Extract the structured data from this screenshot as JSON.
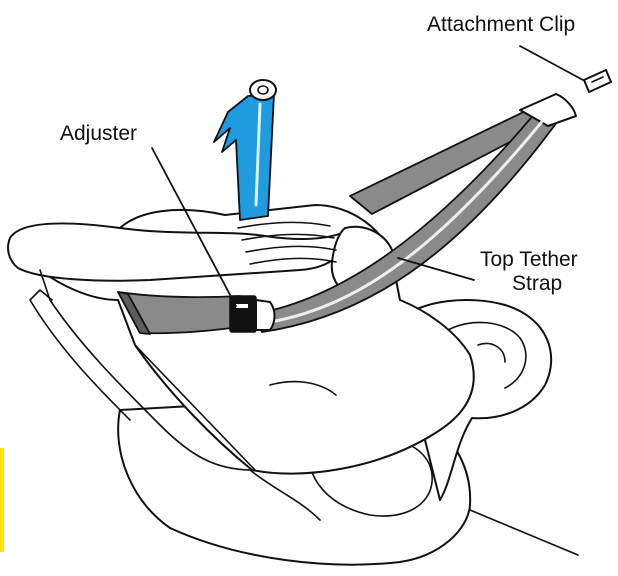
{
  "labels": {
    "attachment_clip": "Attachment Clip",
    "adjuster": "Adjuster",
    "top_tether_line1": "Top Tether",
    "top_tether_line2": "Strap"
  },
  "colors": {
    "strap": "#8a8a8a",
    "strap_shadow": "#5e5e5e",
    "blue_tab": "#1f9be0",
    "adjuster": "#111111",
    "edge_accent": "#ffe600",
    "outline": "#111111"
  }
}
